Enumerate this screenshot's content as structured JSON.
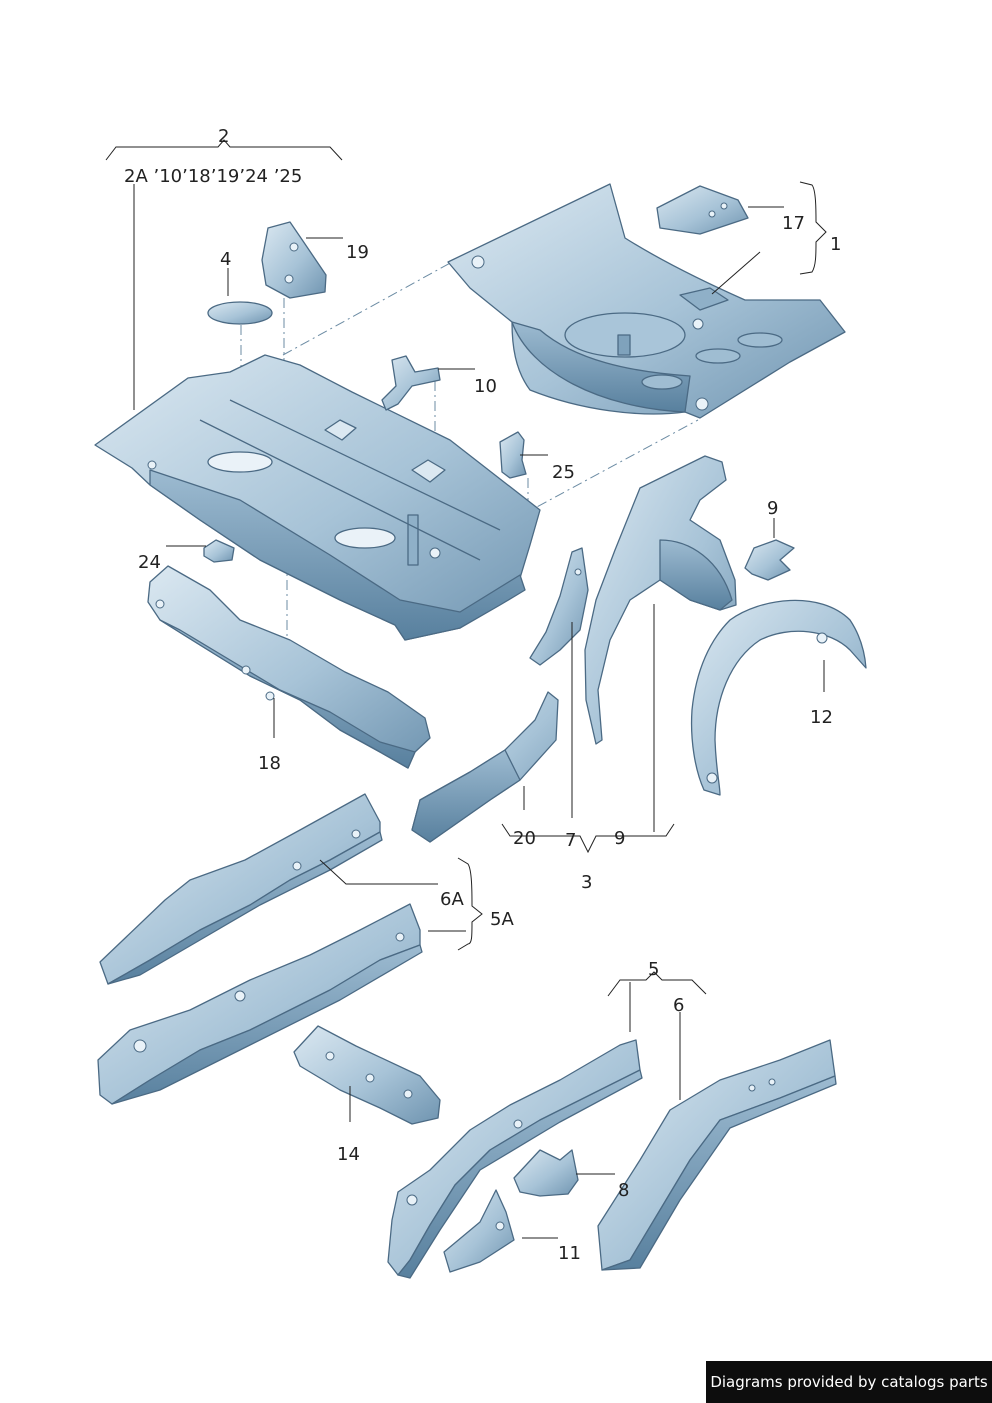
{
  "callouts": {
    "c2": "2",
    "c2_sub": "2A  ’10’18’19’24 ’25",
    "c1": "1",
    "c17": "17",
    "c19": "19",
    "c4": "4",
    "c10": "10",
    "c25": "25",
    "c24": "24",
    "c18": "18",
    "c9a": "9",
    "c12": "12",
    "c20": "20",
    "c7": "7",
    "c9b": "9",
    "c3": "3",
    "c6a": "6A",
    "c5a": "5A",
    "c5": "5",
    "c6": "6",
    "c14": "14",
    "c8": "8",
    "c11": "11"
  },
  "footer": {
    "text": "Diagrams provided by catalogs parts"
  },
  "colors": {
    "metal_light": "#c9dce9",
    "metal_mid": "#8fb0c8",
    "metal_dark": "#5f86a3",
    "outline": "#4b6a84",
    "footer_bg": "#0d0d0d"
  },
  "icons": [
    "parts-diagram"
  ]
}
